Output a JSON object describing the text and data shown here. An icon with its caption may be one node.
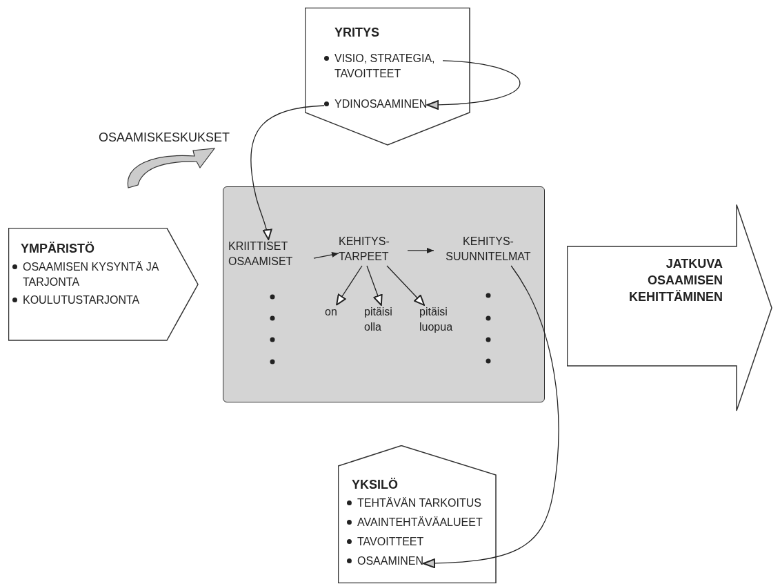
{
  "diagram": {
    "nodes": [
      {
        "text": [
          "YRITYS"
        ]
      },
      {
        "text": [
          "VISIO, STRATEGIA, TAVOITTEET"
        ],
        "in": 0
      },
      {
        "text": [
          "YDINOSAAMINEN"
        ],
        "in": 0
      },
      {
        "text": [],
        "shape": "box"
      },
      {
        "text": [
          "KRIITTISET OSAAMISET"
        ],
        "in": 3
      },
      {
        "text": [
          "KEHITYS- TARPEET"
        ],
        "in": 3
      },
      {
        "text": [
          "KEHITYS- SUUNNITELMAT"
        ],
        "in": 3
      },
      {
        "text": [
          "on"
        ],
        "in": 3
      },
      {
        "text": [
          "pitäisi olla"
        ],
        "in": 3
      },
      {
        "text": [
          "pitäisi luopua"
        ],
        "in": 3
      },
      {
        "text": [
          "YMPÄRISTÖ",
          "OSAAMISEN KYSYNTÄ JA TARJONTA",
          "KOULUTUSTARJONTA"
        ]
      },
      {
        "text": [
          "JATKUVA OSAAMISEN KEHITTÄMINEN"
        ]
      },
      {
        "text": [
          "YKSILÖ"
        ]
      },
      {
        "text": [
          "TEHTÄVÄN TARKOITUS"
        ],
        "in": 12
      },
      {
        "text": [
          "AVAINTEHTÄVÄALUEET"
        ],
        "in": 12
      },
      {
        "text": [
          "TAVOITTEET"
        ],
        "in": 12
      },
      {
        "text": [
          "OSAAMINEN"
        ],
        "in": 12
      }
    ],
    "edges": [
      {
        "from": 1,
        "to": 2,
        "arrow": "to"
      },
      {
        "from": 2,
        "to": 4,
        "arrow": "to"
      },
      {
        "from": 4,
        "to": 5,
        "arrow": "to"
      },
      {
        "from": 5,
        "to": 6,
        "arrow": "to"
      },
      {
        "from": 5,
        "to": 7,
        "arrow": "to"
      },
      {
        "from": 5,
        "to": 8,
        "arrow": "to"
      },
      {
        "from": 5,
        "to": 9,
        "arrow": "to"
      },
      {
        "from": 6,
        "to": 16,
        "arrow": "to"
      }
    ],
    "labels": [
      "OSAAMISKESKUKSET"
    ]
  }
}
